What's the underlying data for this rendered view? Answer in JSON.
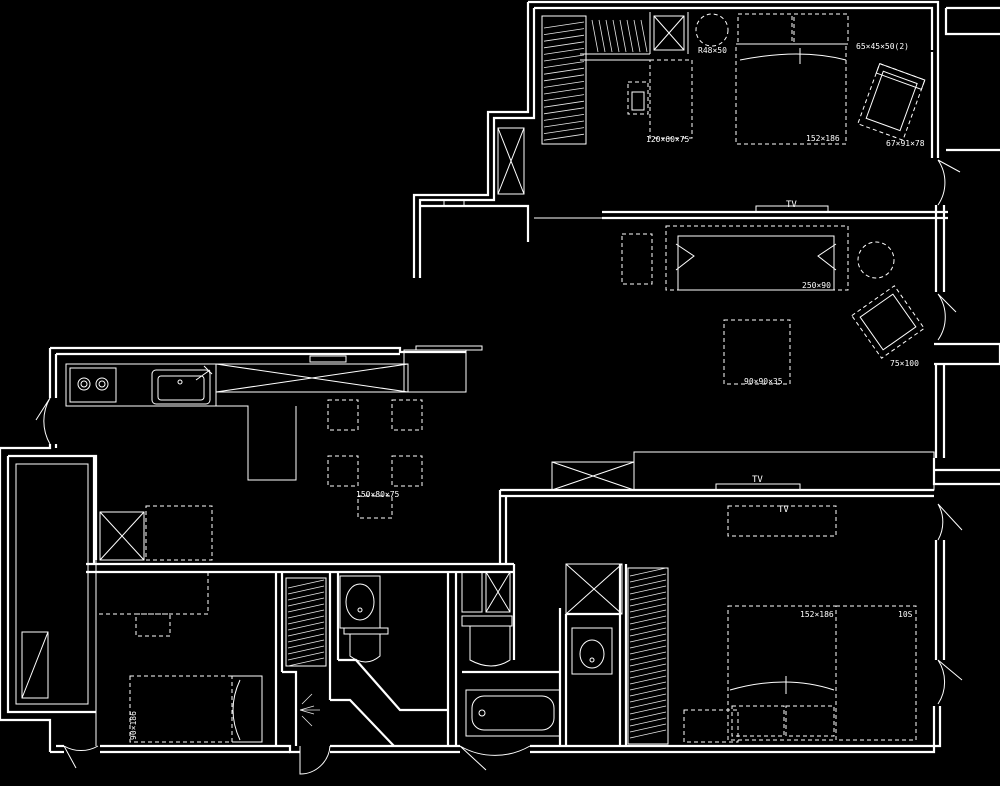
{
  "labels": {
    "round_table": "R48×50",
    "armchair_top_dims": "65×45×50(2)",
    "desk_dims": "120×60×75",
    "master_bed_dims": "152×186",
    "armchair_right_dims": "67×91×78",
    "tv_upper": "TV",
    "sofa_dims": "250×90",
    "lounge_chair_dims": "75×100",
    "coffee_table_dims": "90×90×35",
    "dining_table_dims": "150×80×75",
    "tv_mid": "TV",
    "tv_lower": "TV",
    "bed_lower_dims": "152×186",
    "bed_lower_side": "10S",
    "small_bed_dims": "90×186"
  },
  "colors": {
    "background": "#000000",
    "line": "#ffffff"
  }
}
